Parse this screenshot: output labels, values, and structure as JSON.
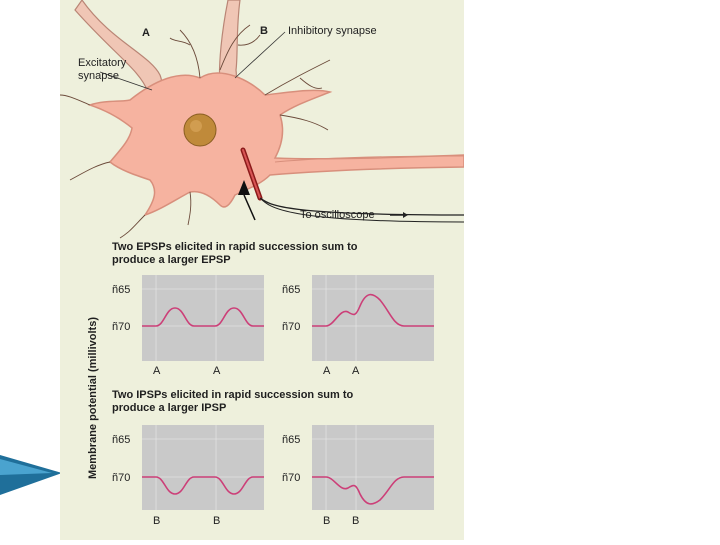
{
  "neuron": {
    "label_a": "A",
    "label_b": "B",
    "excitatory_line1": "Excitatory",
    "excitatory_line2": "synapse",
    "inhibitory": "Inhibitory synapse",
    "oscilloscope": "To oscilloscope"
  },
  "colors": {
    "panel": "#eef0dc",
    "soma": "#f6b3a0",
    "soma_edge": "#d88f7c",
    "nucleus": "#c08a3a",
    "graph_bg": "#c9c9c9",
    "trace": "#cc3f78",
    "accent": "#1f6f9a"
  },
  "y_axis_label": "Membrane potential (millivolts)",
  "epsp": {
    "caption_line1": "Two EPSPs elicited in rapid succession sum to",
    "caption_line2": "produce a larger EPSP",
    "left": {
      "y_top": "ñ65",
      "y_bottom": "ñ70",
      "x_marks": [
        "A",
        "A"
      ]
    },
    "right": {
      "y_top": "ñ65",
      "y_bottom": "ñ70",
      "x_marks": [
        "A",
        "A"
      ]
    }
  },
  "ipsp": {
    "caption_line1": "Two IPSPs elicited in rapid succession sum to",
    "caption_line2": "produce a larger IPSP",
    "left": {
      "y_top": "ñ65",
      "y_bottom": "ñ70",
      "x_marks": [
        "B",
        "B"
      ]
    },
    "right": {
      "y_top": "ñ65",
      "y_bottom": "ñ70",
      "x_marks": [
        "B",
        "B"
      ]
    }
  }
}
